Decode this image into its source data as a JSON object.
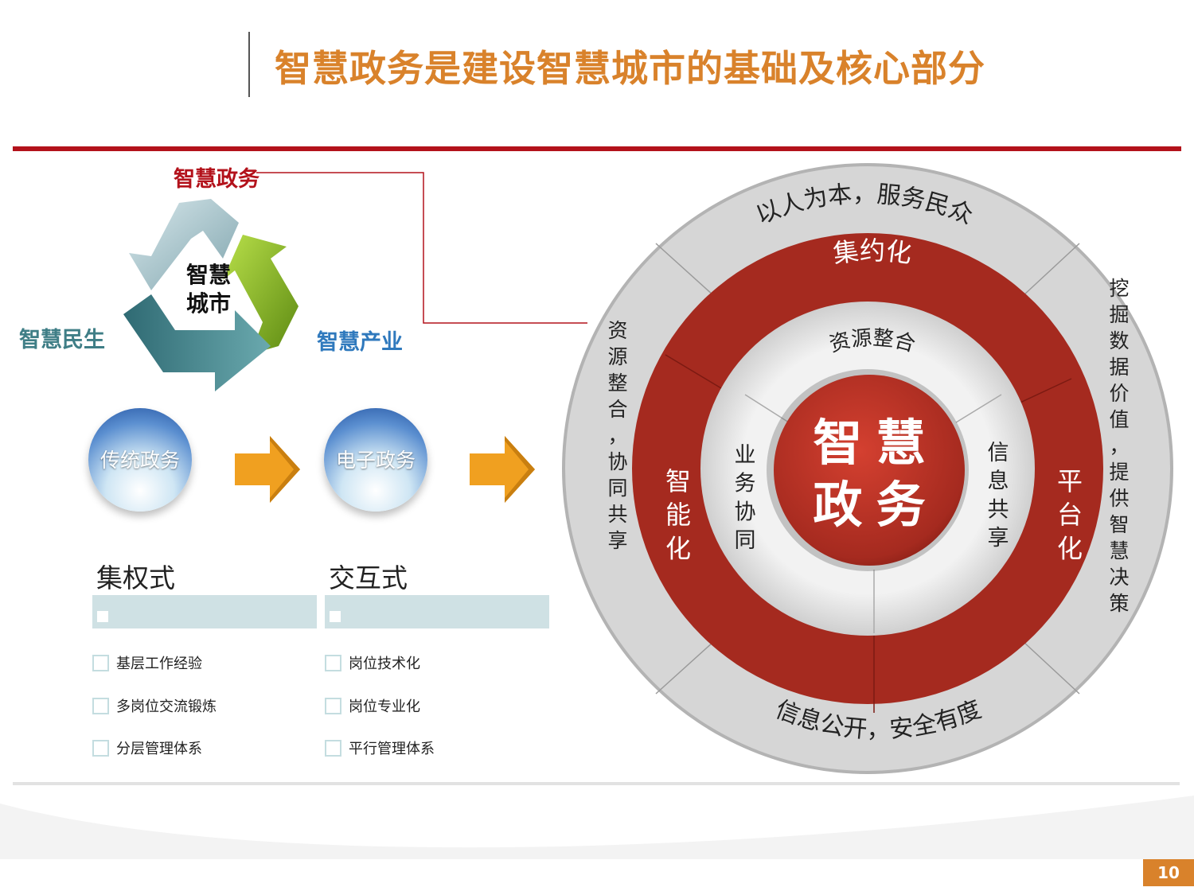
{
  "title": "智慧政务是建设智慧城市的基础及核心部分",
  "page_number": "10",
  "cycle": {
    "top_label": "智慧政务",
    "left_label": "智慧民生",
    "right_label": "智慧产业",
    "center_line1": "智慧",
    "center_line2": "城市"
  },
  "stages": [
    {
      "circle_label": "传统政务",
      "mode": "集权式",
      "items": [
        "基层工作经验",
        "多岗位交流锻炼",
        "分层管理体系"
      ]
    },
    {
      "circle_label": "电子政务",
      "mode": "交互式",
      "items": [
        "岗位技术化",
        "岗位专业化",
        "平行管理体系"
      ]
    }
  ],
  "wheel": {
    "core_line1": "智 慧",
    "core_line2": "政 务",
    "inner_top": "资源整合",
    "inner_left": "业务协同",
    "inner_right": "信息共享",
    "red_top": "集约化",
    "red_left": "智能化",
    "red_right": "平台化",
    "outer_top": "以人为本，服务民众",
    "outer_right": "挖掘数据价值，提供智慧决策",
    "outer_bottom": "信息公开，安全有度",
    "outer_left": "资源整合，协同共享"
  },
  "colors": {
    "title": "#d9822b",
    "brand_red": "#b3121b",
    "ring_red": "#a52a1f",
    "arrow_orange": "#f0a020",
    "people_teal": "#3f7e86",
    "industry_blue": "#2f79bd"
  }
}
